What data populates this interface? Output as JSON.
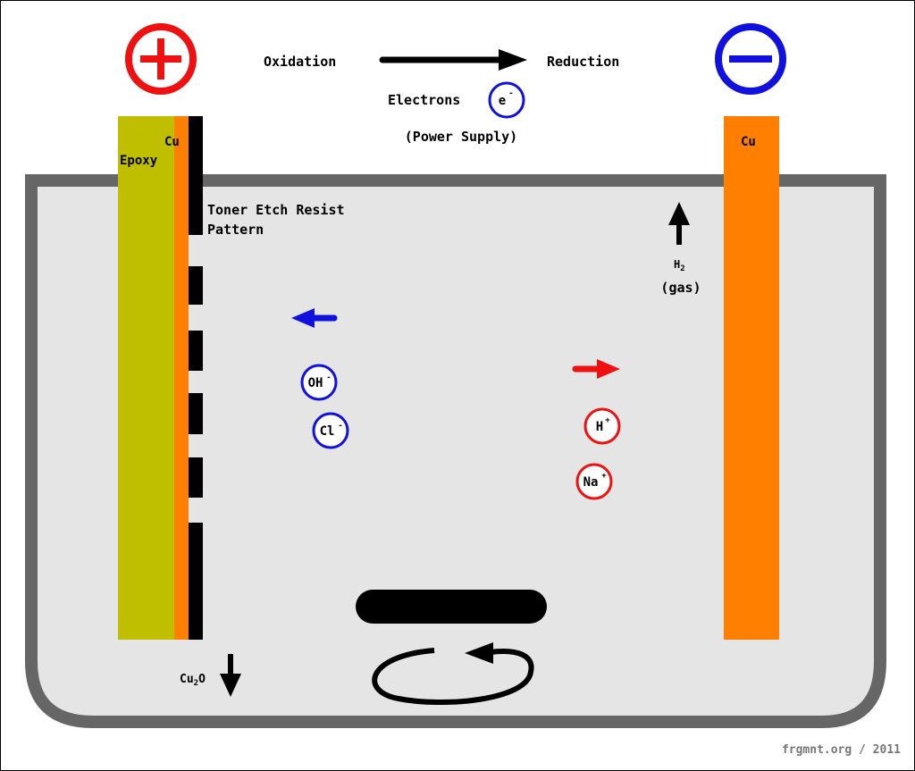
{
  "labels": {
    "oxidation": "Oxidation",
    "reduction": "Reduction",
    "electrons": "Electrons",
    "electron_symbol": "e",
    "electron_charge": "-",
    "power_supply": "(Power Supply)",
    "cu_anode": "Cu",
    "epoxy": "Epoxy",
    "cu_cathode": "Cu",
    "toner_line1": "Toner Etch Resist",
    "toner_line2": "Pattern",
    "h2_symbol": "H",
    "h2_sub": "2",
    "h2_state": "(gas)",
    "cu2o_a": "Cu",
    "cu2o_sub": "2",
    "cu2o_b": "O",
    "credit": "frgmnt.org / 2011"
  },
  "ions": {
    "oh": {
      "symbol": "OH",
      "charge": "-"
    },
    "cl": {
      "symbol": "Cl",
      "charge": "-"
    },
    "h": {
      "symbol": "H",
      "charge": "+"
    },
    "na": {
      "symbol": "Na",
      "charge": "+"
    }
  },
  "colors": {
    "positive": "#ee1111",
    "negative": "#1111dd",
    "copper": "#ff8000",
    "epoxy": "#bfbf00",
    "tank_wall": "#666666",
    "electrolyte": "#e5e5e5",
    "toner": "#000000"
  },
  "icons": {
    "anode_terminal": "plus-circle-icon",
    "cathode_terminal": "minus-circle-icon",
    "stirrer": "rotation-arrow-icon"
  }
}
